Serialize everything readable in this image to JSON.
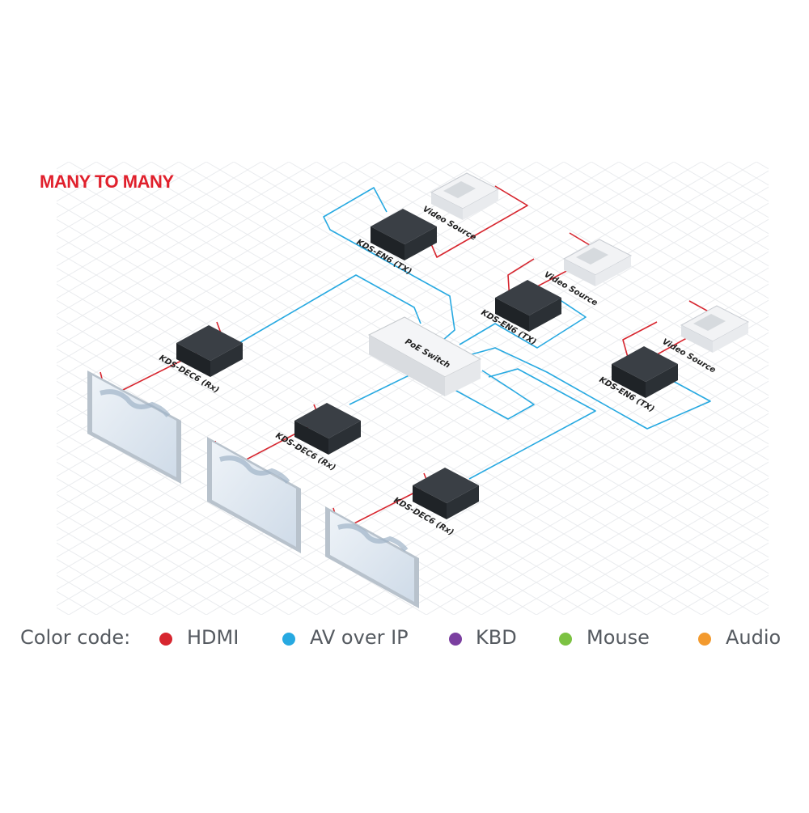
{
  "title": "MANY TO MANY",
  "nodes": {
    "tx": [
      {
        "label": "KDS-EN6 (TX)",
        "source_label": "Video Source"
      },
      {
        "label": "KDS-EN6 (TX)",
        "source_label": "Video Source"
      },
      {
        "label": "KDS-EN6 (TX)",
        "source_label": "Video Source"
      }
    ],
    "rx": [
      {
        "label": "KDS-DEC6 (Rx)"
      },
      {
        "label": "KDS-DEC6 (Rx)"
      },
      {
        "label": "KDS-DEC6 (Rx)"
      }
    ],
    "switch": {
      "label": "PoE Switch"
    }
  },
  "legend": {
    "heading": "Color code:",
    "items": [
      {
        "label": "HDMI",
        "color": "#d7262f"
      },
      {
        "label": "AV over IP",
        "color": "#27a9e1"
      },
      {
        "label": "KBD",
        "color": "#7b3fa0"
      },
      {
        "label": "Mouse",
        "color": "#7cc242"
      },
      {
        "label": "Audio",
        "color": "#f39a2e"
      }
    ]
  },
  "colors": {
    "hdmi": "#d7262f",
    "av_over_ip": "#27a9e1",
    "accent": "#e0202c"
  }
}
